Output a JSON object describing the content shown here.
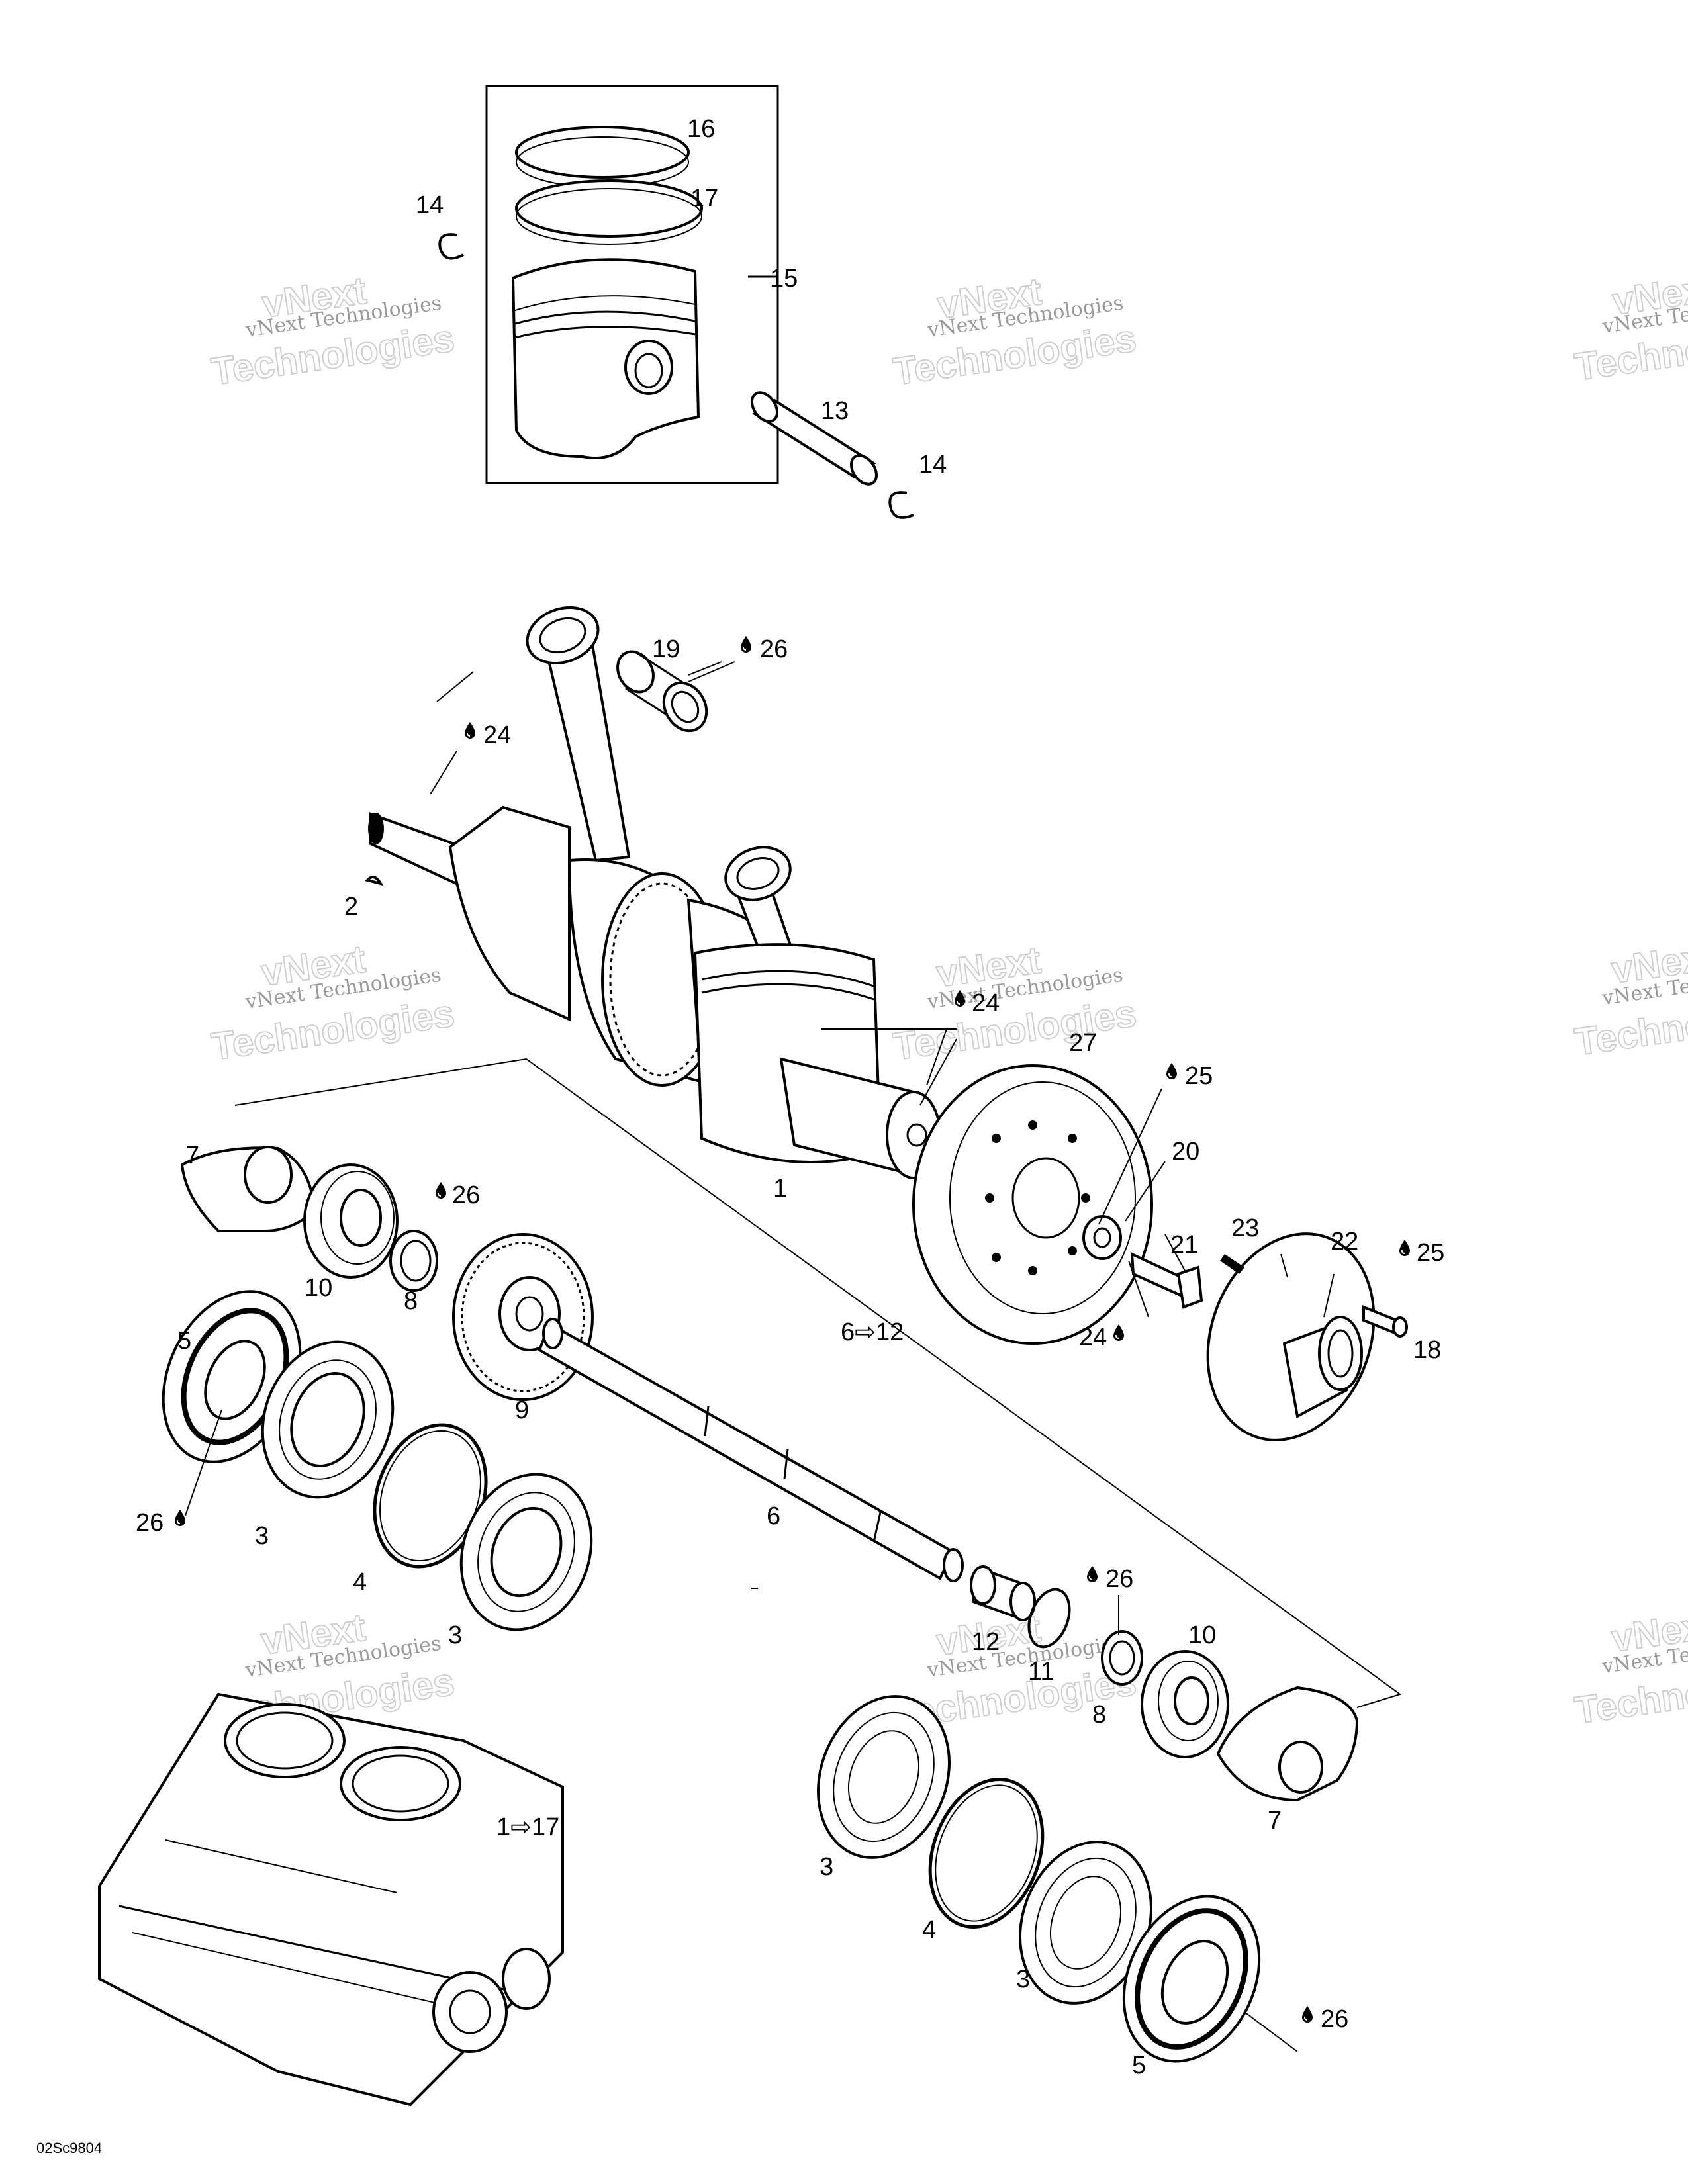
{
  "diagram_code": "02Sc9804",
  "watermark": {
    "line1": "vNext Technologies",
    "line2": "vNext",
    "line3": "Technologies"
  },
  "callouts": {
    "c16": "16",
    "c17": "17",
    "c14a": "14",
    "c15": "15",
    "c13": "13",
    "c14b": "14",
    "c19": "19",
    "c26a": "26",
    "c24a": "24",
    "c2": "2",
    "c24b": "24",
    "c27": "27",
    "c25a": "25",
    "c20": "20",
    "c1": "1",
    "c7a": "7",
    "c26b": "26",
    "c10a": "10",
    "c8a": "8",
    "c21": "21",
    "c23": "23",
    "c22": "22",
    "c25b": "25",
    "c18": "18",
    "c24c": "24",
    "c6to12": "6⇨12",
    "c5a": "5",
    "c9": "9",
    "c26c": "26",
    "c3a": "3",
    "c6": "6",
    "c4a": "4",
    "c3b": "3",
    "c26d": "26",
    "c12": "12",
    "c11": "11",
    "c8b": "8",
    "c10b": "10",
    "c1to17": "1⇨17",
    "c7b": "7",
    "c3c": "3",
    "c4b": "4",
    "c3d": "3",
    "c26e": "26",
    "c5b": "5"
  },
  "icons": {
    "lubricant": "oil-drop-icon",
    "range_arrow": "arrow-right-icon"
  }
}
